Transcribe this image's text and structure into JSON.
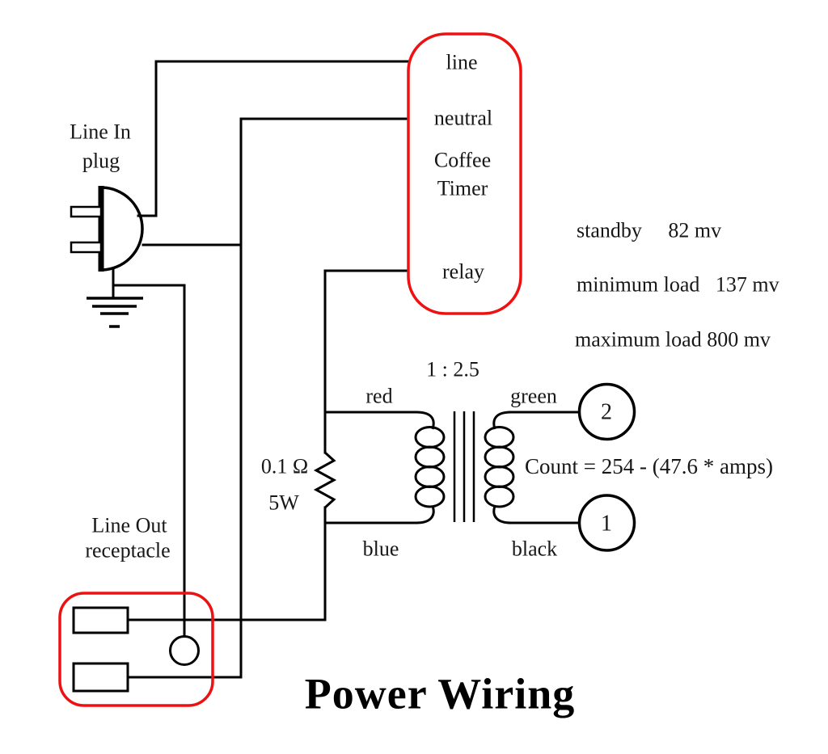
{
  "title": "Power Wiring",
  "colors": {
    "box_red": "#ee1111",
    "wire_black": "#000000"
  },
  "line_in": {
    "label_line1": "Line In",
    "label_line2": "plug"
  },
  "line_out": {
    "label_line1": "Line Out",
    "label_line2": "receptacle"
  },
  "coffee_timer": {
    "terminal_line": "line",
    "terminal_neutral": "neutral",
    "name_line1": "Coffee",
    "name_line2": "Timer",
    "terminal_relay": "relay"
  },
  "measurements": {
    "standby": "standby     82 mv",
    "min_load": "minimum load   137 mv",
    "max_load": "maximum load 800 mv"
  },
  "resistor": {
    "value": "0.1 Ω",
    "power": "5W"
  },
  "transformer": {
    "ratio": "1 : 2.5",
    "primary_top": "red",
    "primary_bottom": "blue",
    "secondary_top": "green",
    "secondary_bottom": "black"
  },
  "formula": "Count = 254 - (47.6 * amps)",
  "terminals": {
    "top_number": "2",
    "bottom_number": "1"
  }
}
